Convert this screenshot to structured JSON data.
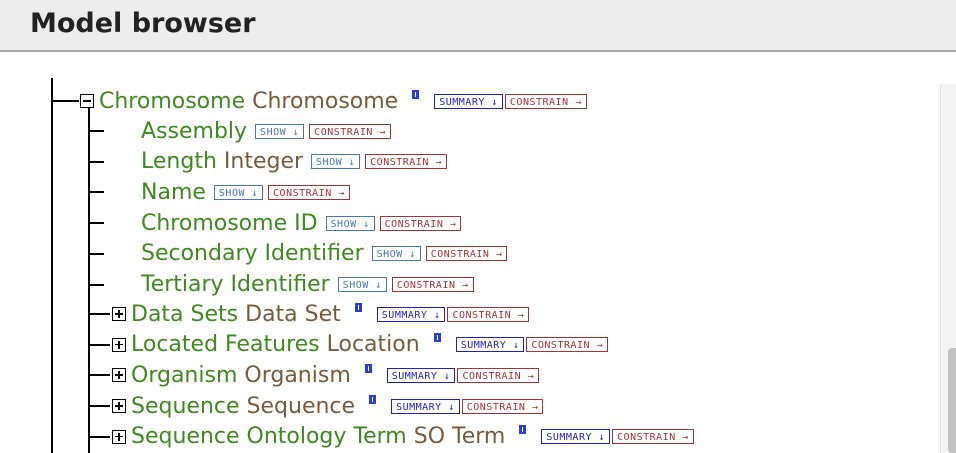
{
  "header": {
    "title": "Model browser"
  },
  "root": {
    "name": "Chromosome",
    "type": "Chromosome",
    "expanded": true,
    "summary_label": "SUMMARY ↓",
    "constrain_label": "CONSTRAIN →"
  },
  "attributes": [
    {
      "name": "Assembly",
      "type": "",
      "show_label": "SHOW ↓",
      "constrain_label": "CONSTRAIN →"
    },
    {
      "name": "Length",
      "type": "Integer",
      "show_label": "SHOW ↓",
      "constrain_label": "CONSTRAIN →"
    },
    {
      "name": "Name",
      "type": "",
      "show_label": "SHOW ↓",
      "constrain_label": "CONSTRAIN →"
    },
    {
      "name": "Chromosome ID",
      "type": "",
      "show_label": "SHOW ↓",
      "constrain_label": "CONSTRAIN →"
    },
    {
      "name": "Secondary Identifier",
      "type": "",
      "show_label": "SHOW ↓",
      "constrain_label": "CONSTRAIN →"
    },
    {
      "name": "Tertiary Identifier",
      "type": "",
      "show_label": "SHOW ↓",
      "constrain_label": "CONSTRAIN →"
    }
  ],
  "references": [
    {
      "name": "Data Sets",
      "type": "Data Set",
      "summary_label": "SUMMARY ↓",
      "constrain_label": "CONSTRAIN →"
    },
    {
      "name": "Located Features",
      "type": "Location",
      "summary_label": "SUMMARY ↓",
      "constrain_label": "CONSTRAIN →"
    },
    {
      "name": "Organism",
      "type": "Organism",
      "summary_label": "SUMMARY ↓",
      "constrain_label": "CONSTRAIN →"
    },
    {
      "name": "Sequence",
      "type": "Sequence",
      "summary_label": "SUMMARY ↓",
      "constrain_label": "CONSTRAIN →"
    },
    {
      "name": "Sequence Ontology Term",
      "type": "SO Term",
      "summary_label": "SUMMARY ↓",
      "constrain_label": "CONSTRAIN →"
    }
  ],
  "colors": {
    "field_name": "#3d8a1e",
    "field_type": "#7a5a3a",
    "summary": "#1d1ddb",
    "show": "#4a72c8",
    "constrain": "#b03030"
  },
  "icons": {
    "expanded": "minus-box-icon",
    "collapsed": "plus-box-icon",
    "info": "info-icon"
  }
}
